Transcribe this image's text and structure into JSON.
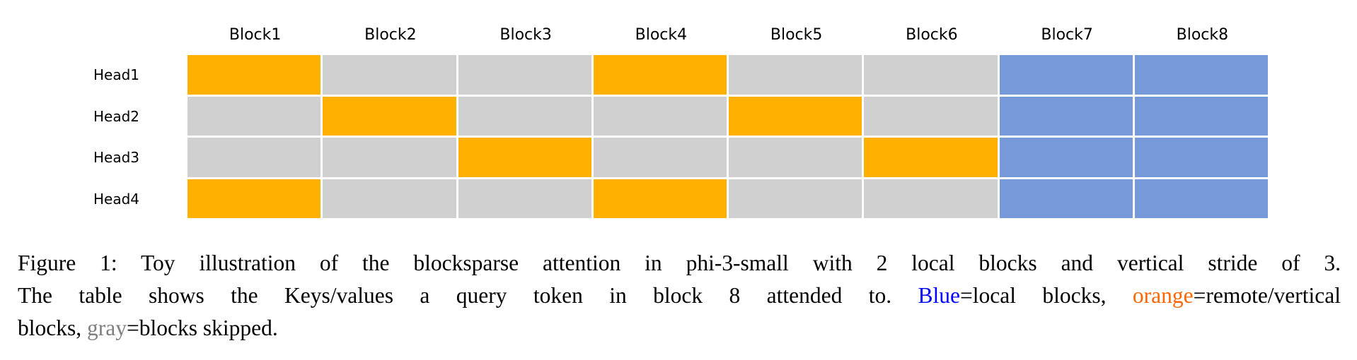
{
  "colors": {
    "remote": "#FFB000",
    "skipped": "#D0D0D0",
    "local": "#769AD9",
    "caption_blue": "#0000FF",
    "caption_orange": "#FF6600",
    "caption_gray": "#808080"
  },
  "diagram": {
    "column_headers": [
      "Block1",
      "Block2",
      "Block3",
      "Block4",
      "Block5",
      "Block6",
      "Block7",
      "Block8"
    ],
    "rows": [
      {
        "label": "Head1",
        "cells": [
          "remote",
          "skipped",
          "skipped",
          "remote",
          "skipped",
          "skipped",
          "local",
          "local"
        ]
      },
      {
        "label": "Head2",
        "cells": [
          "skipped",
          "remote",
          "skipped",
          "skipped",
          "remote",
          "skipped",
          "local",
          "local"
        ]
      },
      {
        "label": "Head3",
        "cells": [
          "skipped",
          "skipped",
          "remote",
          "skipped",
          "skipped",
          "remote",
          "local",
          "local"
        ]
      },
      {
        "label": "Head4",
        "cells": [
          "remote",
          "skipped",
          "skipped",
          "remote",
          "skipped",
          "skipped",
          "local",
          "local"
        ]
      }
    ]
  },
  "caption": {
    "line1": "Figure 1: Toy illustration of the blocksparse attention in phi-3-small with 2 local blocks and vertical stride of 3.",
    "line2_pre": "The table shows the Keys/values a query token in block 8 attended to.",
    "blue_word": "Blue",
    "line2_mid": "=local blocks,",
    "orange_word": "orange",
    "line2_post": "=remote/vertical",
    "line3_pre": "blocks,",
    "gray_word": "gray",
    "line3_post": "=blocks skipped."
  }
}
